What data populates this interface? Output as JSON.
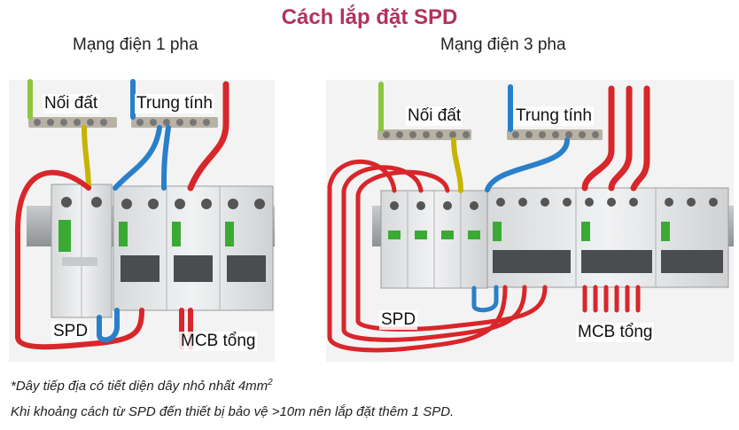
{
  "title": "Cách lắp đặt SPD",
  "panels": {
    "left": {
      "heading": "Mạng điện 1 pha",
      "earth_label": "Nối đất",
      "neutral_label": "Trung tính",
      "spd_label": "SPD",
      "mcb_label": "MCB tổng"
    },
    "right": {
      "heading": "Mạng điện 3 pha",
      "earth_label": "Nối đất",
      "neutral_label": "Trung tính",
      "spd_label": "SPD",
      "mcb_label": "MCB tổng"
    }
  },
  "notes": {
    "line1": "*Dây tiếp địa có tiết diện dây nhỏ nhất 4mm",
    "line1_sup": "2",
    "line2": "Khi khoảng cách từ SPD đến thiết bị bảo vệ >10m nên lắp đặt thêm 1 SPD."
  },
  "colors": {
    "title": "#b2325f",
    "phase_wire": "#d8262b",
    "neutral_wire": "#2a7fc9",
    "earth_wire": "#8cc63f",
    "device_body": "#e9eaeb",
    "brand_green": "#3aaa35"
  }
}
